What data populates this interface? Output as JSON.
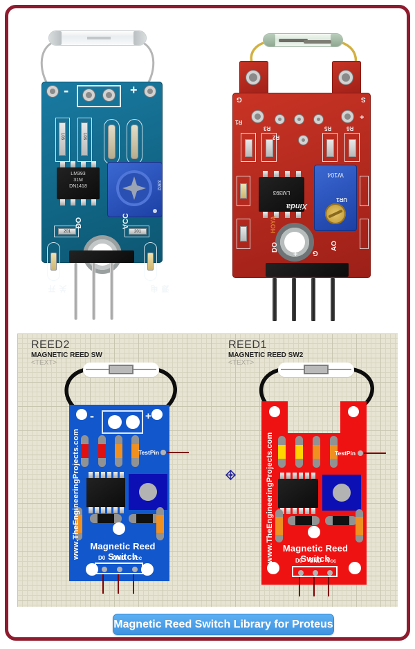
{
  "page": {
    "frame_color": "#8e1c2e",
    "background": "#ffffff"
  },
  "photos": {
    "blue_module": {
      "minus": "-",
      "plus": "+",
      "res_103_a": "103",
      "res_103_b": "103",
      "ic_line1": "LM393",
      "ic_line2": "31M",
      "ic_line3": "DN1418",
      "trimpot": "3362",
      "res_201_a": "201",
      "res_201_b": "201",
      "pin_do": "DO",
      "pin_vcc": "VCC",
      "cn_switch": "开关",
      "cn_power": "电源"
    },
    "red_module": {
      "label_g": "G",
      "label_s": "S",
      "label_plus": "+",
      "ref_r1": "R1",
      "ref_r3": "R3",
      "ref_r2": "R2",
      "ref_r5": "R5",
      "ref_r6": "R6",
      "ref_ur1": "UR1",
      "ic": "LM393",
      "trimpot": "W104",
      "brand": "Xinda",
      "brand2": "HOYA",
      "pin_do": "DO",
      "pin_plus": "+",
      "pin_g": "G",
      "pin_ao": "AO"
    }
  },
  "schematic": {
    "parts": [
      {
        "ref": "REED2",
        "value": "MAGNETIC REED SW",
        "placeholder": "<TEXT>",
        "minus": "-",
        "plus": "+",
        "testpin": "TestPin",
        "website": "www.TheEngineeringProjects.com",
        "title": "Magnetic Reed Switch",
        "pin1": "D0",
        "pin2": "GND",
        "pin3": "Vcc",
        "body_color": "#1257cb"
      },
      {
        "ref": "REED1",
        "value": "MAGNETIC REED SW2",
        "placeholder": "<TEXT>",
        "testpin": "TestPin",
        "website": "www.TheEngineeringProjects.com",
        "title": "Magnetic Reed Switch",
        "pin1": "D0",
        "pin2": "GND",
        "pin3": "Vcc",
        "body_color": "#ee1212"
      }
    ]
  },
  "footer": {
    "button_label": "Magnetic Reed Switch Library for Proteus",
    "button_color": "#4aa0e8"
  },
  "colors": {
    "grid_bg": "#e7e4d3",
    "trimpot_navy": "#0c10b4",
    "pin_wire": "#7c0000",
    "photo_pcb_blue": "#10637f",
    "photo_pcb_red": "#b0281d"
  }
}
